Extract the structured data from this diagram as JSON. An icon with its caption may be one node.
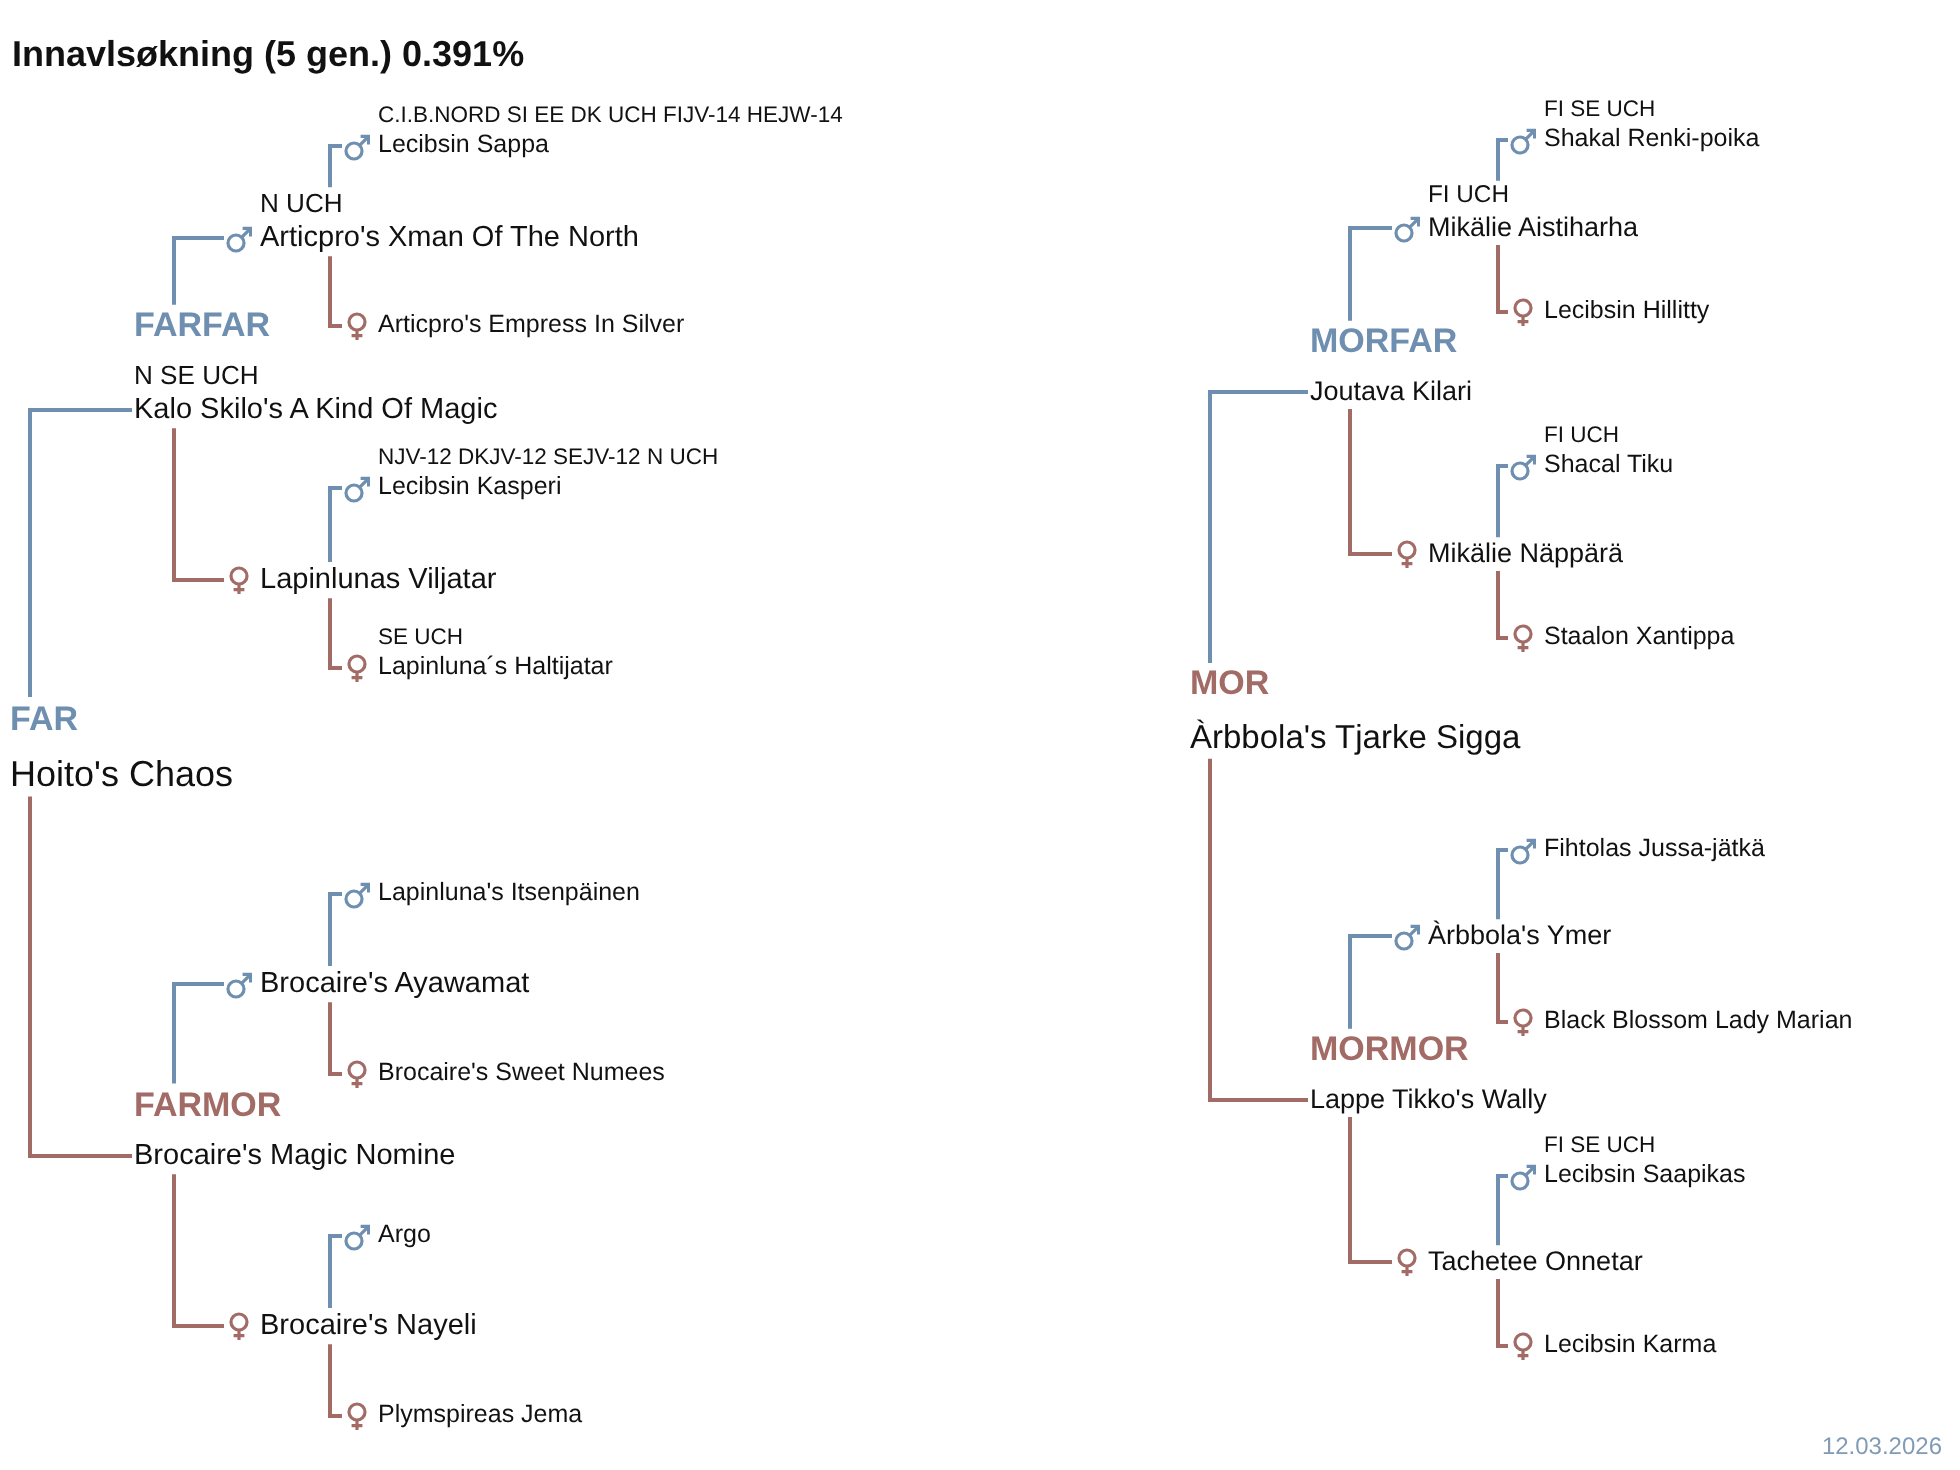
{
  "diagram": {
    "title": "Innavlsøkning (5 gen.) 0.391%",
    "nodes": [
      {
        "text": [
          "Hoito's Chaos"
        ],
        "beside": [
          "FAR"
        ]
      },
      {
        "text": [
          "N SE UCH",
          "Kalo Skilo's A Kind Of Magic"
        ],
        "beside": [
          "FARFAR"
        ]
      },
      {
        "text": [
          "N UCH",
          "Articpro's Xman Of The North"
        ]
      },
      {
        "text": [
          "C.I.B.NORD SI EE DK UCH FIJV-14 HEJW-14",
          "Lecibsin Sappa"
        ]
      },
      {
        "text": [
          "Articpro's Empress In Silver"
        ]
      },
      {
        "text": [
          "Lapinlunas Viljatar"
        ]
      },
      {
        "text": [
          "NJV-12 DKJV-12 SEJV-12 N UCH",
          "Lecibsin Kasperi"
        ]
      },
      {
        "text": [
          "SE UCH",
          "Lapinluna´s Haltijatar"
        ]
      },
      {
        "text": [
          "Brocaire's Magic Nomine"
        ],
        "beside": [
          "FARMOR"
        ]
      },
      {
        "text": [
          "Brocaire's Ayawamat"
        ]
      },
      {
        "text": [
          "Lapinluna's Itsenpäinen"
        ]
      },
      {
        "text": [
          "Brocaire's Sweet Numees"
        ]
      },
      {
        "text": [
          "Brocaire's Nayeli"
        ]
      },
      {
        "text": [
          "Argo"
        ]
      },
      {
        "text": [
          "Plymspireas Jema"
        ]
      },
      {
        "text": [
          "Àrbbola's Tjarke Sigga"
        ],
        "beside": [
          "MOR"
        ]
      },
      {
        "text": [
          "Joutava Kilari"
        ],
        "beside": [
          "MORFAR"
        ]
      },
      {
        "text": [
          "FI UCH",
          "Mikälie Aistiharha"
        ]
      },
      {
        "text": [
          "FI SE UCH",
          "Shakal Renki-poika"
        ]
      },
      {
        "text": [
          "Lecibsin Hillitty"
        ]
      },
      {
        "text": [
          "Mikälie Näppärä"
        ]
      },
      {
        "text": [
          "FI UCH",
          "Shacal Tiku"
        ]
      },
      {
        "text": [
          "Staalon Xantippa"
        ]
      },
      {
        "text": [
          "Lappe Tikko's Wally"
        ],
        "beside": [
          "MORMOR"
        ]
      },
      {
        "text": [
          "Àrbbola's Ymer"
        ]
      },
      {
        "text": [
          "Fihtolas Jussa-jätkä"
        ]
      },
      {
        "text": [
          "Black Blossom Lady Marian"
        ]
      },
      {
        "text": [
          "Tachetee Onnetar"
        ]
      },
      {
        "text": [
          "FI SE UCH",
          "Lecibsin Saapikas"
        ]
      },
      {
        "text": [
          "Lecibsin Karma"
        ]
      }
    ],
    "edges": [
      {
        "from": 0,
        "to": 1,
        "arrow": "none"
      },
      {
        "from": 0,
        "to": 8,
        "arrow": "none",
        "color": "#a26b66"
      },
      {
        "from": 1,
        "to": 2,
        "arrow": "none"
      },
      {
        "from": 1,
        "to": 5,
        "arrow": "none",
        "color": "#a26b66"
      },
      {
        "from": 2,
        "to": 3,
        "arrow": "none"
      },
      {
        "from": 2,
        "to": 4,
        "arrow": "none",
        "color": "#a26b66"
      },
      {
        "from": 5,
        "to": 6,
        "arrow": "none"
      },
      {
        "from": 5,
        "to": 7,
        "arrow": "none",
        "color": "#a26b66"
      },
      {
        "from": 8,
        "to": 9,
        "arrow": "none"
      },
      {
        "from": 8,
        "to": 12,
        "arrow": "none",
        "color": "#a26b66"
      },
      {
        "from": 9,
        "to": 10,
        "arrow": "none"
      },
      {
        "from": 9,
        "to": 11,
        "arrow": "none",
        "color": "#a26b66"
      },
      {
        "from": 12,
        "to": 13,
        "arrow": "none"
      },
      {
        "from": 12,
        "to": 14,
        "arrow": "none",
        "color": "#a26b66"
      },
      {
        "from": 15,
        "to": 16,
        "arrow": "none"
      },
      {
        "from": 15,
        "to": 23,
        "arrow": "none",
        "color": "#a26b66"
      },
      {
        "from": 16,
        "to": 17,
        "arrow": "none"
      },
      {
        "from": 16,
        "to": 20,
        "arrow": "none",
        "color": "#a26b66"
      },
      {
        "from": 17,
        "to": 18,
        "arrow": "none"
      },
      {
        "from": 17,
        "to": 19,
        "arrow": "none",
        "color": "#a26b66"
      },
      {
        "from": 20,
        "to": 21,
        "arrow": "none"
      },
      {
        "from": 20,
        "to": 22,
        "arrow": "none",
        "color": "#a26b66"
      },
      {
        "from": 23,
        "to": 24,
        "arrow": "none"
      },
      {
        "from": 23,
        "to": 27,
        "arrow": "none",
        "color": "#a26b66"
      },
      {
        "from": 24,
        "to": 25,
        "arrow": "none"
      },
      {
        "from": 24,
        "to": 26,
        "arrow": "none",
        "color": "#a26b66"
      },
      {
        "from": 27,
        "to": 28,
        "arrow": "none"
      },
      {
        "from": 27,
        "to": 29,
        "arrow": "none",
        "color": "#a26b66"
      }
    ],
    "labels": [
      "12.03.2026"
    ]
  }
}
